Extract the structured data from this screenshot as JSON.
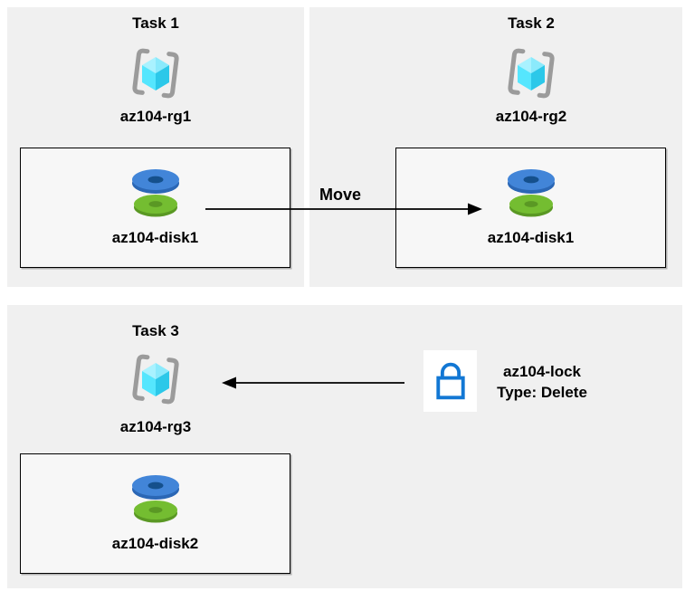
{
  "tasks": [
    {
      "title": "Task 1",
      "resource_group": "az104-rg1",
      "disk": "az104-disk1"
    },
    {
      "title": "Task 2",
      "resource_group": "az104-rg2",
      "disk": "az104-disk1"
    },
    {
      "title": "Task 3",
      "resource_group": "az104-rg3",
      "disk": "az104-disk2"
    }
  ],
  "arrows": {
    "move_label": "Move",
    "move_connects": "az104-disk1 in az104-rg1 to az104-rg2",
    "lock_connects": "az104-lock to az104-rg3"
  },
  "lock": {
    "name": "az104-lock",
    "type": "Type: Delete"
  },
  "colors": {
    "panel_bg": "#f0f0f0",
    "box_bg": "#f7f7f7",
    "arrow": "#000000",
    "rg_bracket": "#9b9b9b",
    "rg_cube_light": "#a9f2ff",
    "rg_cube_mid2": "#8beafc",
    "rg_cube_mid": "#55e6fe",
    "rg_cube_dark": "#2cc8e9",
    "disk_blue_top": "#4285d8",
    "disk_blue_side": "#2b67b5",
    "disk_blue_hole": "#15508c",
    "disk_green_top": "#74bd31",
    "disk_green_side": "#5a9824",
    "lock_blue": "#1277d4"
  }
}
